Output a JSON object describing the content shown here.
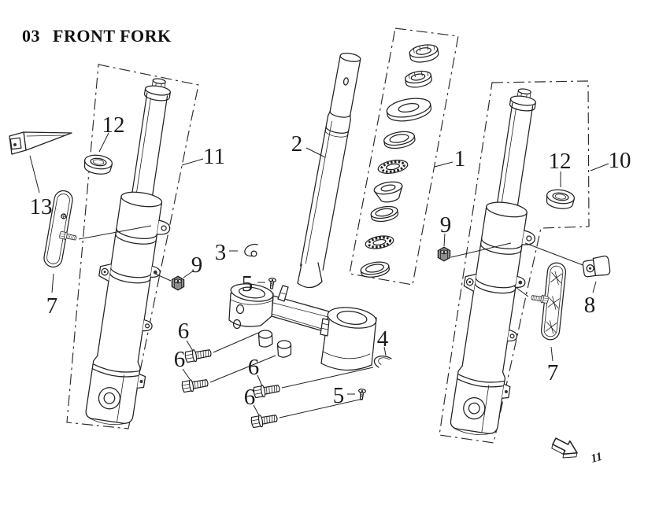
{
  "title": {
    "number": "03",
    "text": "FRONT FORK"
  },
  "diagram": {
    "type": "exploded-parts-diagram",
    "subject": "front fork assembly",
    "line_color": "#222222",
    "background": "#ffffff"
  },
  "callouts": [
    {
      "id": "left-fork-boundary",
      "label": "11"
    },
    {
      "id": "left-dust-seal",
      "label": "12"
    },
    {
      "id": "front-bracket",
      "label": "13"
    },
    {
      "id": "left-reflector",
      "label": "7"
    },
    {
      "id": "left-stud-nut",
      "label": "9"
    },
    {
      "id": "left-pinch-bolt-upper",
      "label": "6"
    },
    {
      "id": "left-pinch-bolt-lower",
      "label": "6"
    },
    {
      "id": "steering-stem",
      "label": "2"
    },
    {
      "id": "retainer-clip",
      "label": "3"
    },
    {
      "id": "upper-screw",
      "label": "5"
    },
    {
      "id": "bearing-kit",
      "label": "1"
    },
    {
      "id": "snap-ring",
      "label": "4"
    },
    {
      "id": "lower-screw",
      "label": "5"
    },
    {
      "id": "center-pinch-bolt-upper",
      "label": "6"
    },
    {
      "id": "center-pinch-bolt-lower",
      "label": "6"
    },
    {
      "id": "right-fork-boundary",
      "label": "10"
    },
    {
      "id": "right-dust-seal",
      "label": "12"
    },
    {
      "id": "right-stud-nut",
      "label": "9"
    },
    {
      "id": "right-reflector",
      "label": "7"
    },
    {
      "id": "cable-clamp",
      "label": "8"
    },
    {
      "id": "page-note",
      "label": "11"
    }
  ]
}
